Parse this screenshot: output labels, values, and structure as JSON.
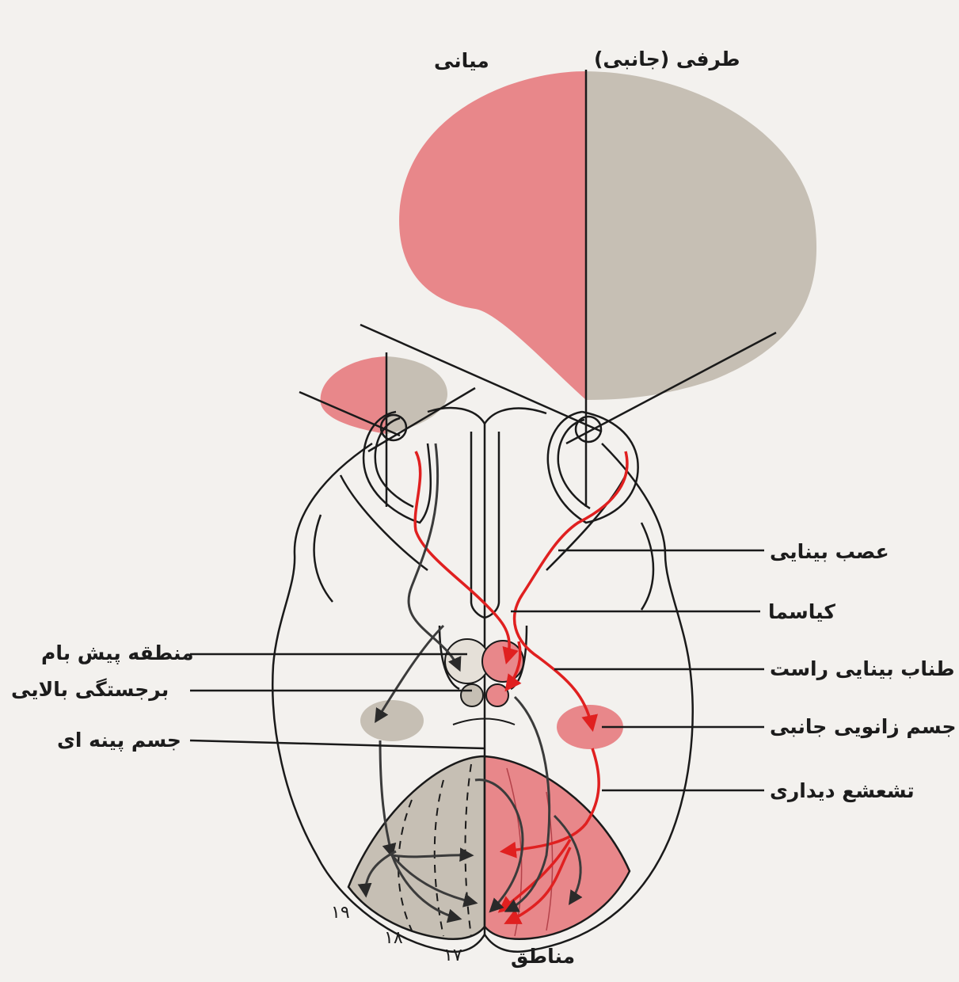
{
  "labels": {
    "medial": "میانی",
    "lateral": "طرفی (جانبی)",
    "optic_nerve": "عصب بینایی",
    "chiasma": "کیاسما",
    "right_optic_tract": "طناب بینایی راست",
    "lateral_geniculate": "جسم زانویی جانبی",
    "optic_radiation": "تشعشع دیداری",
    "pretectal_area": "منطقه پیش بام",
    "superior_colliculus": "برجستگی بالایی",
    "corpus_callosum": "جسم پینه ای",
    "areas": "مناطق",
    "area_19": "۱۹",
    "area_18": "۱۸",
    "area_17": "۱۷"
  },
  "colors": {
    "red": "#e8878a",
    "gray": "#c6bfb4",
    "pathway_red": "#e02020",
    "pathway_dark": "#3b3b3b",
    "line": "#1a1a1a",
    "background": "#f3f1ee"
  }
}
